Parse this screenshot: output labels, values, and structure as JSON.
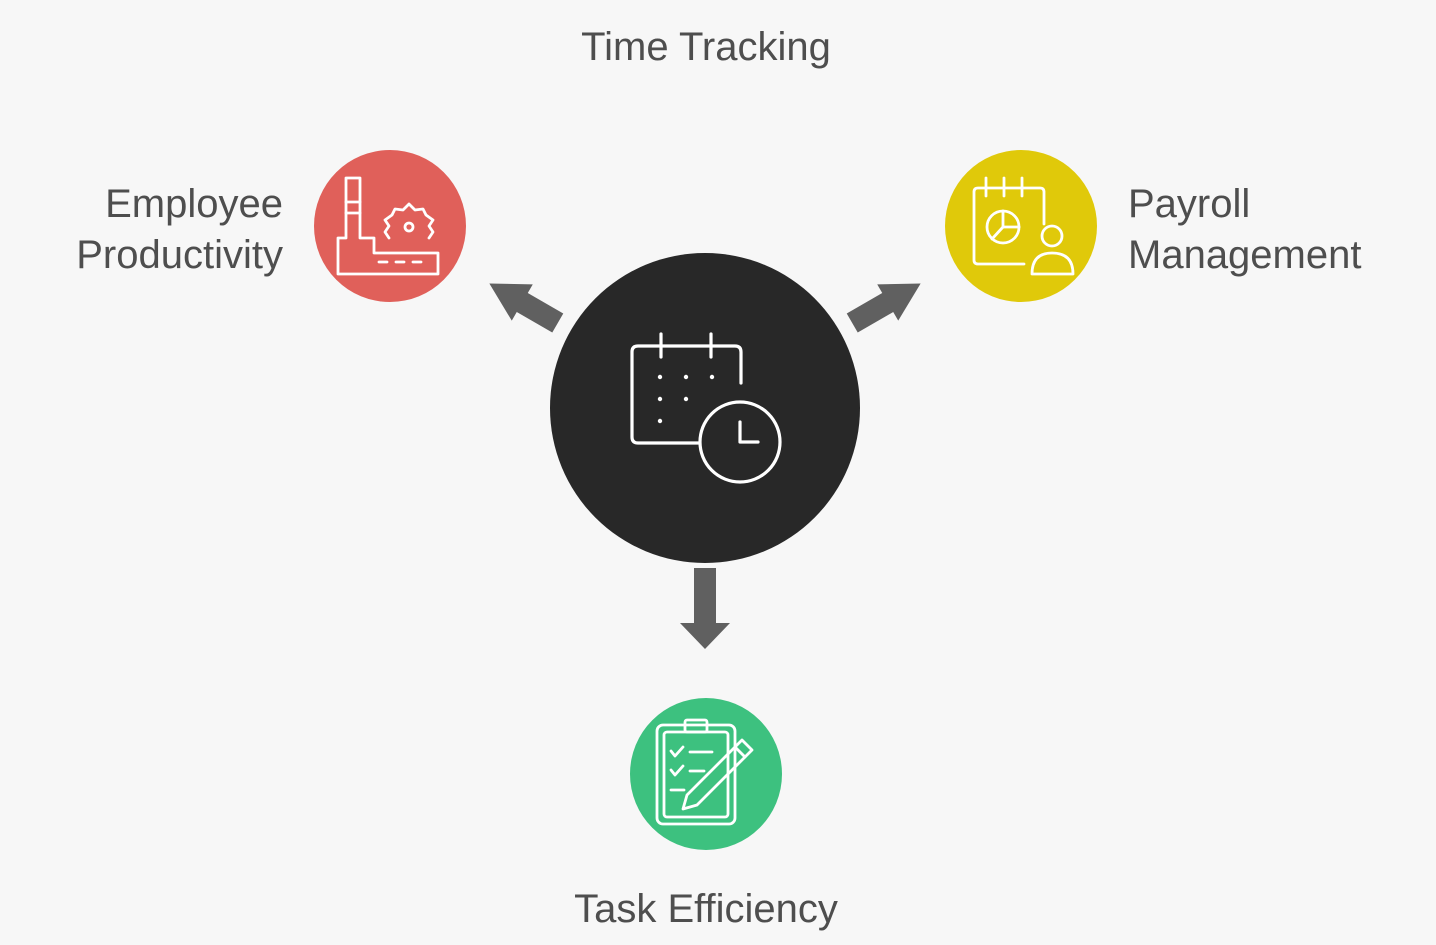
{
  "title": "Time Tracking",
  "hub": {
    "icon": "calendar-clock-icon",
    "color": "#282828"
  },
  "arrow_color": "#606060",
  "outcomes": [
    {
      "id": "employee-productivity",
      "label_lines": [
        "Employee",
        "Productivity"
      ],
      "icon": "factory-icon",
      "color": "#e0605a"
    },
    {
      "id": "payroll-management",
      "label_lines": [
        "Payroll",
        "Management"
      ],
      "icon": "payroll-calendar-icon",
      "color": "#e0c90a"
    },
    {
      "id": "task-efficiency",
      "label_lines": [
        "Task Efficiency"
      ],
      "icon": "clipboard-checklist-icon",
      "color": "#3dc17f"
    }
  ]
}
